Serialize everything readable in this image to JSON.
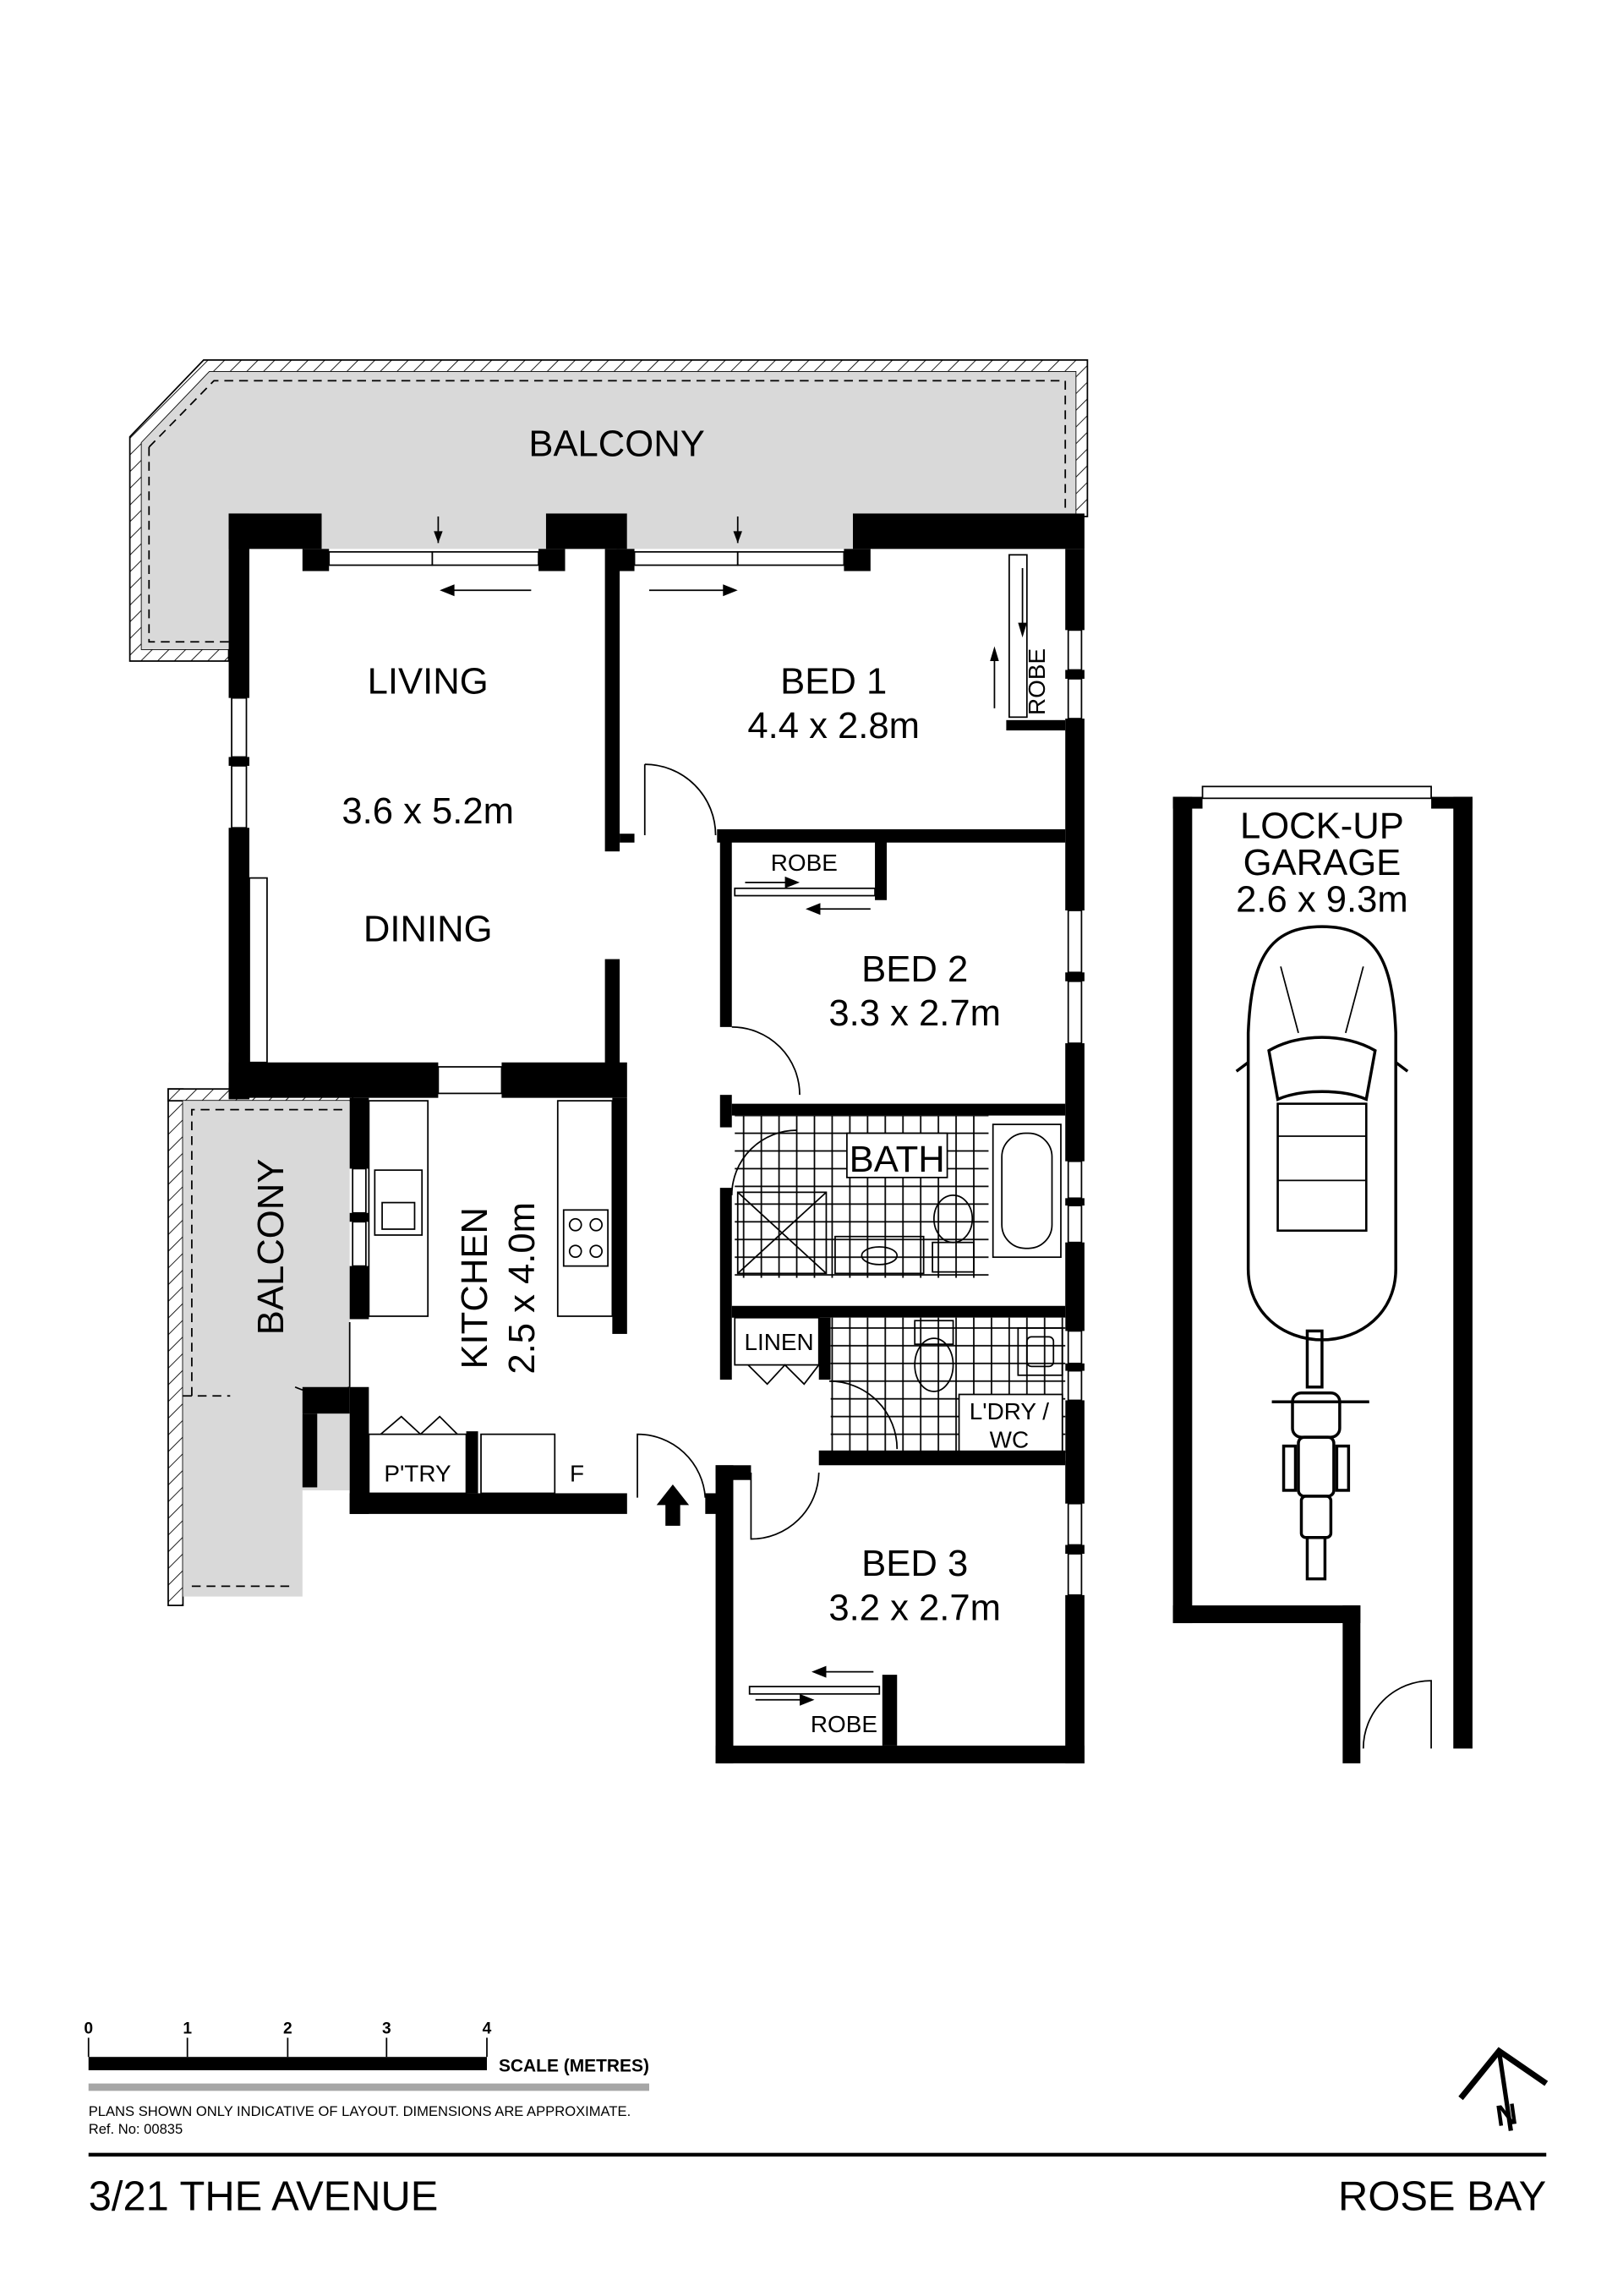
{
  "plan": {
    "rooms": {
      "balcony_top": "BALCONY",
      "balcony_side": "BALCONY",
      "living": "LIVING",
      "living_dims": "3.6 x 5.2m",
      "dining": "DINING",
      "bed1": "BED 1",
      "bed1_dims": "4.4 x 2.8m",
      "bed1_robe": "ROBE",
      "bed2": "BED 2",
      "bed2_dims": "3.3 x 2.7m",
      "bed2_robe": "ROBE",
      "bath": "BATH",
      "kitchen": "KITCHEN",
      "kitchen_dims": "2.5 x 4.0m",
      "linen": "LINEN",
      "laundry_line1": "L'DRY /",
      "laundry_line2": "WC",
      "pantry": "P'TRY",
      "fridge": "F",
      "bed3": "BED 3",
      "bed3_dims": "3.2 x 2.7m",
      "bed3_robe": "ROBE",
      "garage_line1": "LOCK-UP",
      "garage_line2": "GARAGE",
      "garage_dims": "2.6 x 9.3m"
    },
    "north_label": "N"
  },
  "scale": {
    "ticks": [
      "0",
      "1",
      "2",
      "3",
      "4"
    ],
    "label": "SCALE (METRES)"
  },
  "disclaimer": "PLANS SHOWN ONLY INDICATIVE OF LAYOUT.  DIMENSIONS ARE APPROXIMATE.",
  "ref": "Ref. No: 00835",
  "footer": {
    "address": "3/21 THE AVENUE",
    "suburb": "ROSE BAY"
  }
}
